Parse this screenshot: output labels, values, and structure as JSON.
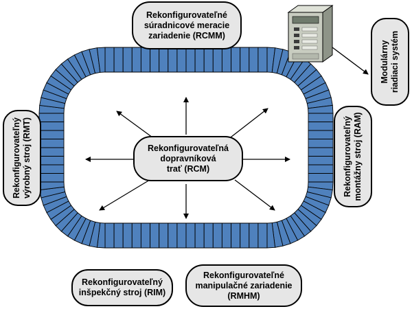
{
  "nodes": {
    "rcmm": {
      "lines": [
        "Rekonfigurovateľné",
        "súradnicové meracie",
        "zariadenie (RCMM)"
      ]
    },
    "control": {
      "lines": [
        "Modulárny",
        "riadiaci systém"
      ]
    },
    "rmt": {
      "lines": [
        "Rekonfigurovateľný",
        "výrobný stroj (RMT)"
      ]
    },
    "ram": {
      "lines": [
        "Rekonfigurovateľný",
        "montážny stroj (RAM)"
      ]
    },
    "rcm": {
      "lines": [
        "Rekonfigurovateľná",
        "dopravníková",
        "trať (RCM)"
      ]
    },
    "rim": {
      "lines": [
        "Rekonfigurovateľný",
        "inšpekčný stroj (RIM)"
      ]
    },
    "rmhm": {
      "lines": [
        "Rekonfigurovateľné",
        "manipulačné zariadenie",
        "(RMHM)"
      ]
    }
  },
  "colors": {
    "conveyor": "#4f81bd",
    "node_fill": "#e6e6e6",
    "cabinet": "#c8ccc0",
    "cabinet_dark": "#8e9488",
    "stroke": "#000000"
  },
  "icons": [
    "control-cabinet-icon",
    "arrow-icon"
  ]
}
